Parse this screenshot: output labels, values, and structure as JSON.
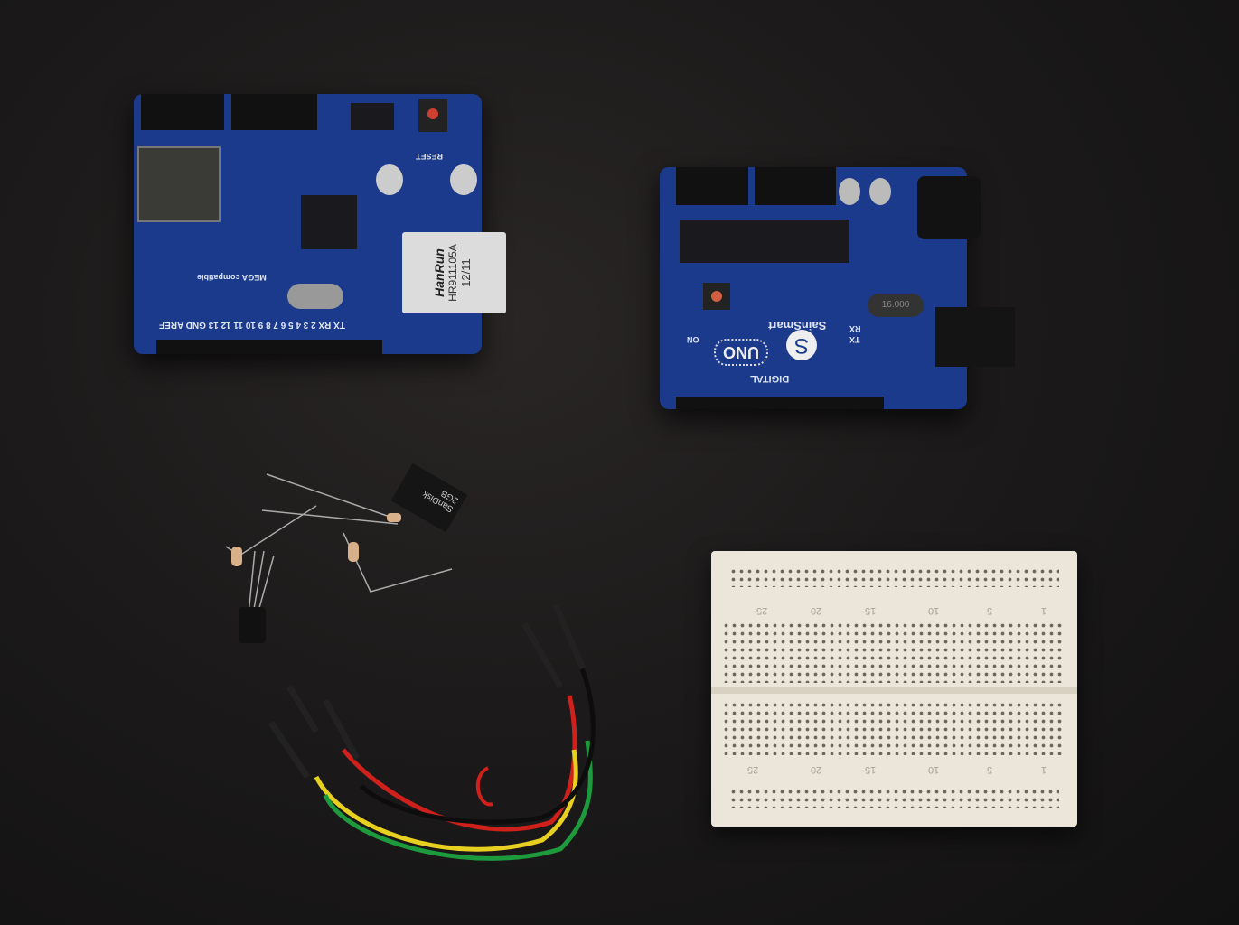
{
  "ethernet_shield": {
    "jack_brand": "HanRun",
    "jack_model": "HR911105A",
    "jack_date": "12/11",
    "reset_label": "RESET",
    "board_label": "MEGA compatible",
    "pin_labels": "TX RX 2 3 4 5 6 7 8 9 10 11 12 13 GND AREF"
  },
  "uno_board": {
    "brand": "SainSmart",
    "logo_letter": "S",
    "model": "UNO",
    "digital_label": "DIGITAL",
    "tx_label": "TX",
    "rx_label": "RX",
    "on_label": "ON",
    "crystal": "16.000"
  },
  "sd_card": {
    "brand": "SanDisk",
    "capacity": "2GB"
  },
  "breadboard": {
    "column_numbers": [
      "25",
      "20",
      "15",
      "10",
      "5",
      "1"
    ]
  },
  "colors": {
    "pcb": "#1b3a8c",
    "background": "#1c1a1a",
    "breadboard": "#ece6da",
    "wire_red": "#d0201c",
    "wire_yellow": "#e8d020",
    "wire_green": "#1c9a3c"
  }
}
